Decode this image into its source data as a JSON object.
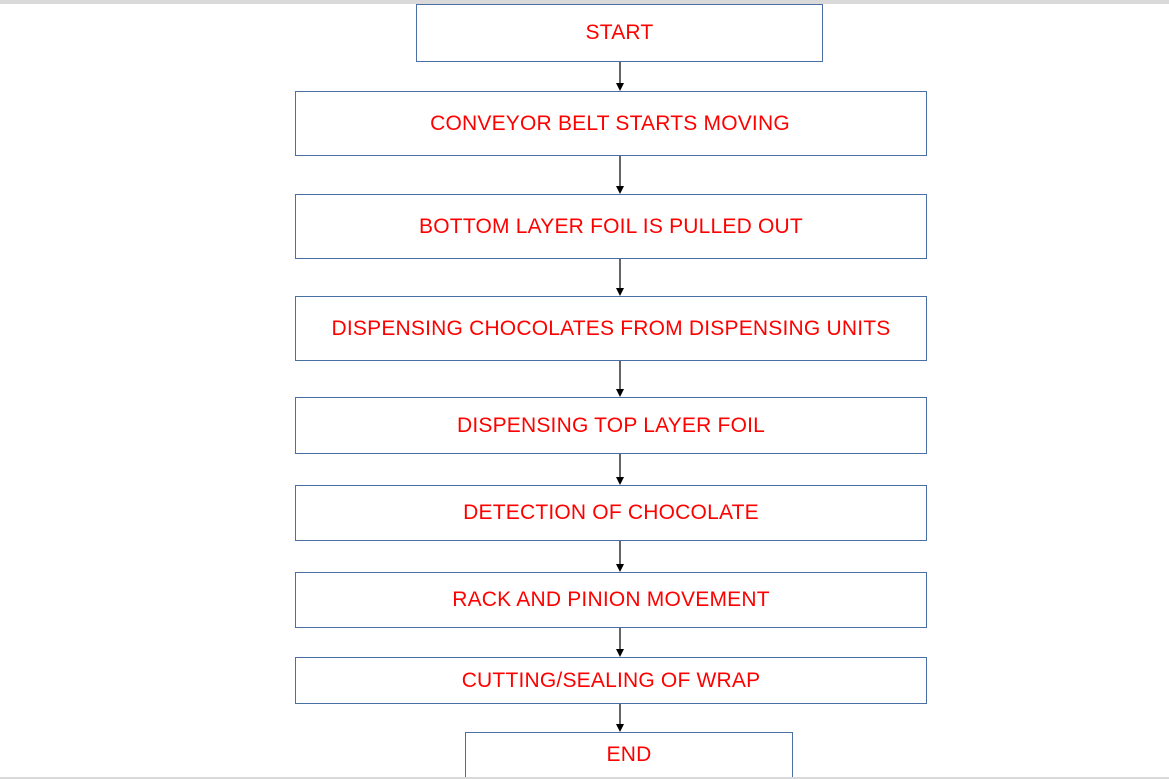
{
  "flowchart": {
    "steps": [
      {
        "id": "start",
        "label": "START"
      },
      {
        "id": "conveyor",
        "label": "CONVEYOR BELT STARTS MOVING"
      },
      {
        "id": "bottom-foil",
        "label": "BOTTOM LAYER FOIL IS PULLED OUT"
      },
      {
        "id": "dispensing-chocolates",
        "label": "DISPENSING CHOCOLATES FROM DISPENSING UNITS"
      },
      {
        "id": "top-foil",
        "label": "DISPENSING TOP LAYER FOIL"
      },
      {
        "id": "detection",
        "label": "DETECTION OF CHOCOLATE"
      },
      {
        "id": "rack-pinion",
        "label": "RACK AND PINION MOVEMENT"
      },
      {
        "id": "cutting-sealing",
        "label": "CUTTING/SEALING OF WRAP"
      },
      {
        "id": "end",
        "label": "END"
      }
    ],
    "colors": {
      "text": "#ff0000",
      "box_border": "#4a6fa5",
      "arrow": "#000000"
    }
  }
}
